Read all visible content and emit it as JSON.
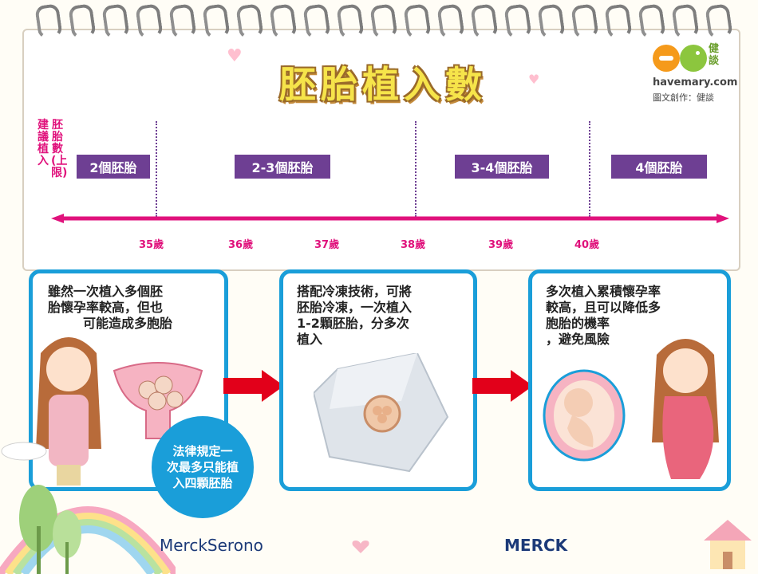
{
  "title": "胚胎植入數",
  "logo": {
    "chinese": "健談",
    "site": "havemary.com",
    "credit": "圖文創作：健談"
  },
  "side_labels": {
    "left": "建議植入",
    "right": "胚胎數(上限)"
  },
  "age_bands": [
    "2個胚胎",
    "2-3個胚胎",
    "3-4個胚胎",
    "4個胚胎"
  ],
  "ages": [
    "35歲",
    "36歲",
    "37歲",
    "38歲",
    "39歲",
    "40歲"
  ],
  "boxes": [
    {
      "text_lines": [
        "雖然一次植入多個胚",
        "胎懷孕率較高，但也",
        "可能造成多胞胎"
      ]
    },
    {
      "text_lines": [
        "搭配冷凍技術，可將",
        "胚胎冷凍，一次植入",
        "1-2顆胚胎，分多次",
        "植入"
      ]
    },
    {
      "text_lines": [
        "多次植入累積懷孕率",
        "較高，且可以降低多",
        "胞胎的機率",
        "，避免風險"
      ]
    }
  ],
  "law_note": [
    "法律規定一",
    "次最多只能植",
    "入四顆胚胎"
  ],
  "sponsors": {
    "left": "MerckSerono",
    "right": "MERCK"
  },
  "colors": {
    "accent": "#e0127c",
    "band": "#6e3f93",
    "frame": "#1a9ed9",
    "arrow": "#e2001a",
    "title": "#f6e44a"
  },
  "icons": [
    "notebook-ring-icon",
    "heart-icon",
    "rainbow-icon",
    "tree-icon",
    "house-icon",
    "arrow-right-icon",
    "frozen-embryo-icon",
    "womb-icon",
    "fetus-icon"
  ]
}
